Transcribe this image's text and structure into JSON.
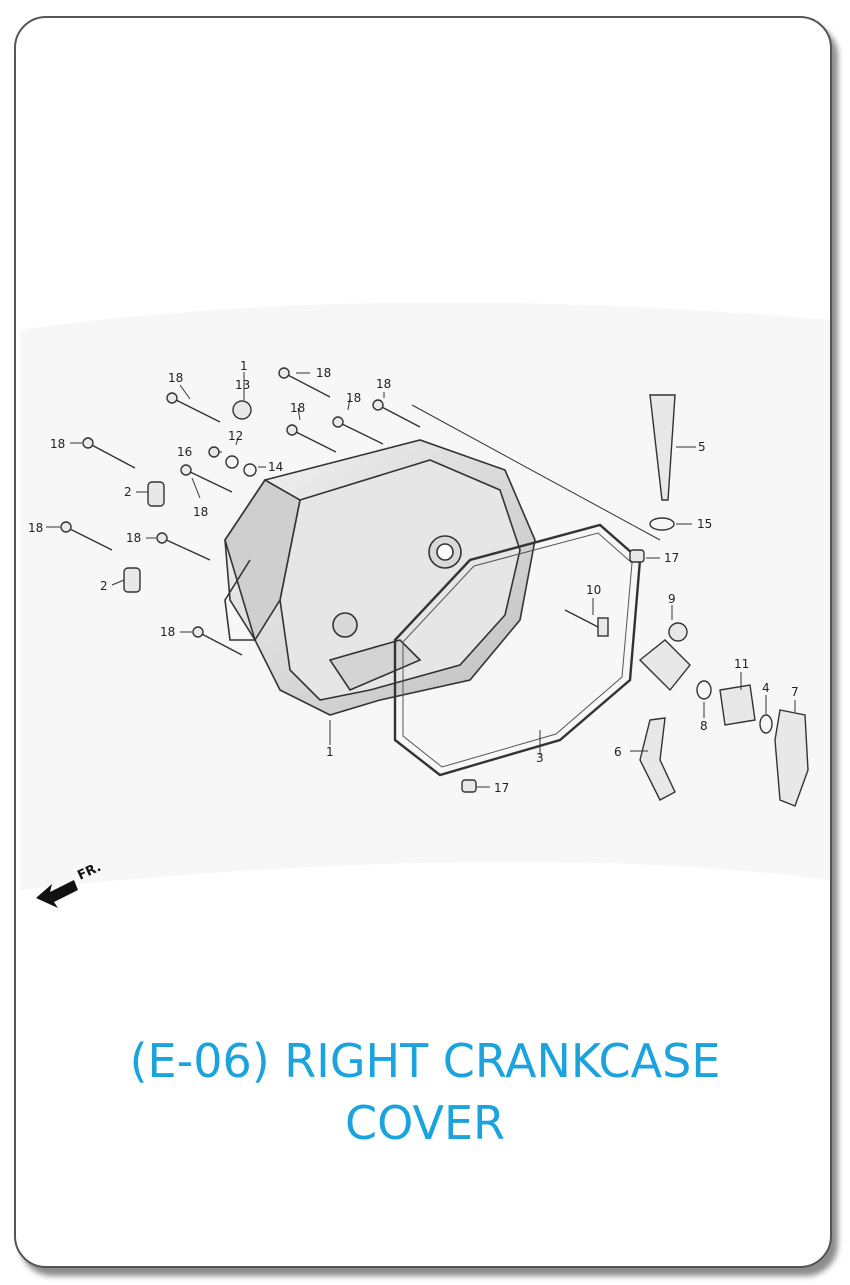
{
  "title": {
    "line1": "(E-06) RIGHT CRANKCASE",
    "line2": "COVER"
  },
  "direction_label": "FR.",
  "accent_color": "#1aa3dc",
  "callouts": [
    "1",
    "1",
    "2",
    "2",
    "3",
    "4",
    "5",
    "6",
    "7",
    "8",
    "9",
    "10",
    "11",
    "12",
    "13",
    "14",
    "15",
    "16",
    "17",
    "17",
    "18",
    "18",
    "18",
    "18",
    "18",
    "18",
    "18",
    "18",
    "18"
  ]
}
